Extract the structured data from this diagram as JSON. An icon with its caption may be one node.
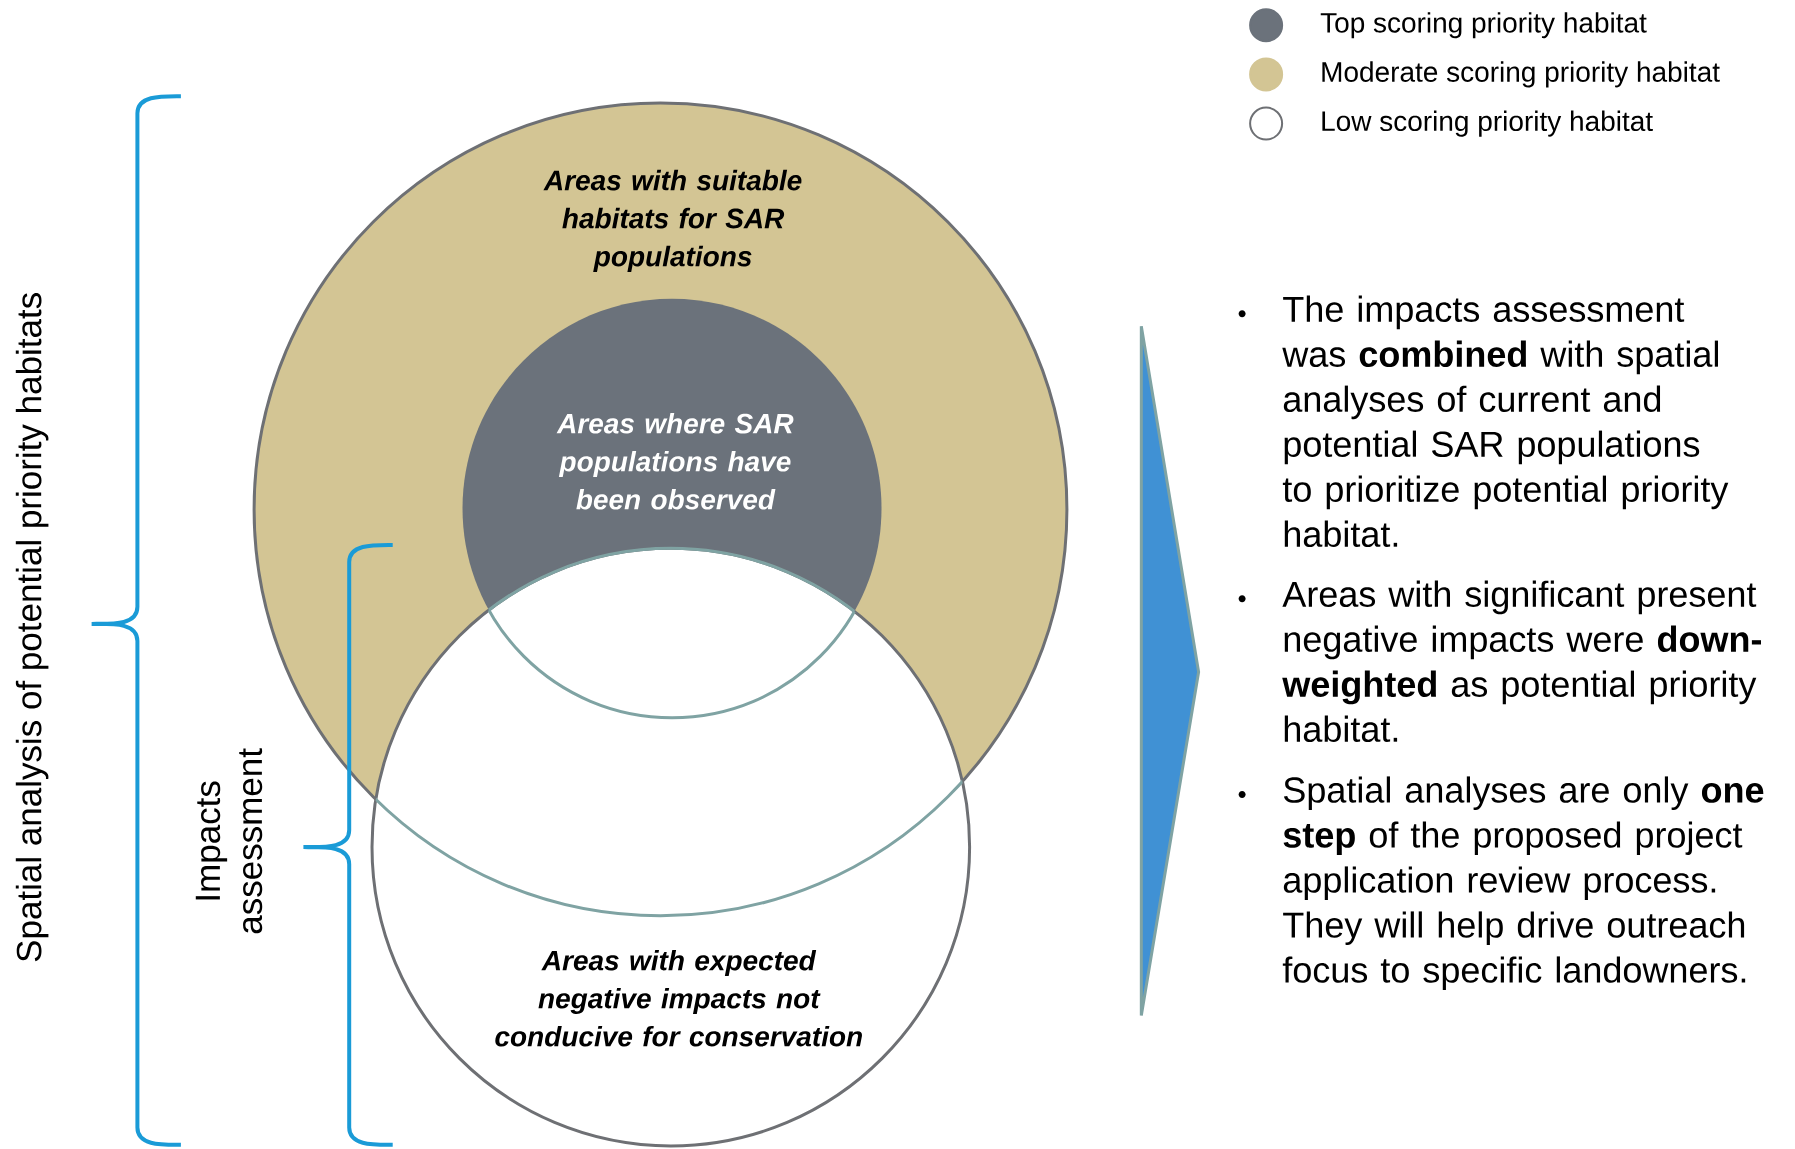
{
  "diagram": {
    "nodes": [
      {
        "text": [
          "Areas with suitable habitats for SAR populations"
        ]
      },
      {
        "text": [
          "Areas where SAR populations have been observed"
        ],
        "in": 0
      },
      {
        "text": [
          "Areas with expected negative impacts not conducive for conservation"
        ]
      }
    ],
    "labels": [
      "Spatial analysis of potential priority habitats",
      "Impacts assessment",
      "The impacts assessment was **combined** with spatial analyses of current and potential SAR populations to prioritize potential priority habitat.",
      "Areas with significant present negative impacts were **down-weighted** as potential priority habitat.",
      "Spatial analyses are only **one step** of the proposed project application review process. They will help drive outreach focus to specific landowners."
    ],
    "legend": [
      {
        "text": "Top scoring priority habitat",
        "color": "#6b727b"
      },
      {
        "text": "Moderate scoring priority habitat",
        "color": "#d3c594"
      },
      {
        "text": "Low scoring priority habitat"
      }
    ]
  }
}
